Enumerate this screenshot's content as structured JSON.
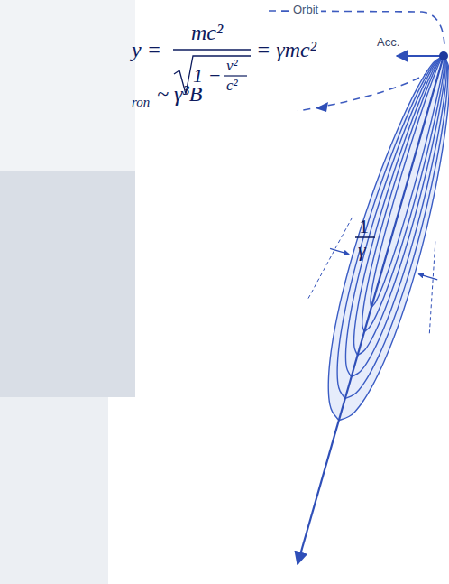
{
  "diagram": {
    "labels": [
      "Orbit",
      "Acc.",
      "y =",
      "mc²",
      "1 −",
      "v²",
      "c²",
      "= γmc²",
      "ron",
      "~ γ³B",
      "1",
      "γ"
    ]
  }
}
